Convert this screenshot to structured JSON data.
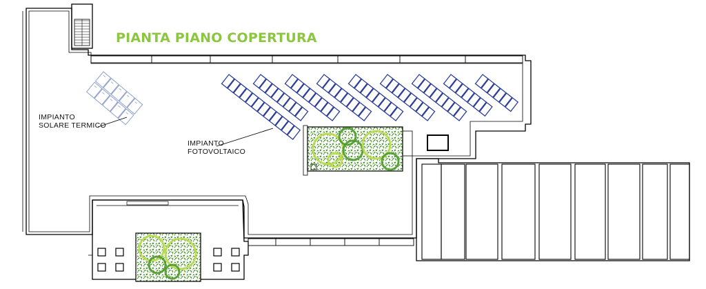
{
  "title": "PIANTA PIANO COPERTURA",
  "labels": {
    "solar_line1": "IMPIANTO",
    "solar_line2": "SOLARE TERMICO",
    "pv_line1": "IMPIANTO",
    "pv_line2": "FOTOVOLTAICO"
  },
  "colors": {
    "title": "#8cc63f",
    "pv_panel": "#2c3e9a",
    "solar_panel": "#8fa0cc",
    "green_roof": "#3f8a2c",
    "tree_light": "#b9d94a",
    "tree_dark": "#4e9a2a",
    "walls": "#000000"
  }
}
